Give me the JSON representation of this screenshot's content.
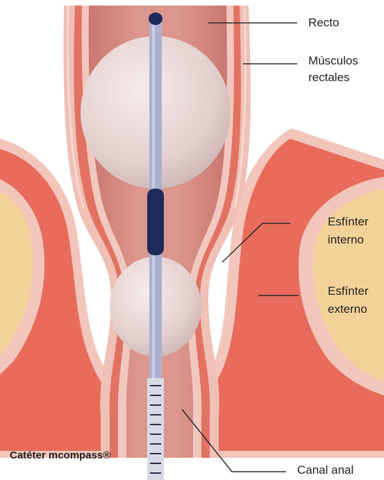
{
  "labels": {
    "recto": "Recto",
    "musculos_line1": "Músculos",
    "musculos_line2": "rectales",
    "esfinter_interno_line1": "Esfínter",
    "esfinter_interno_line2": "interno",
    "esfinter_externo_line1": "Esfínter",
    "esfinter_externo_line2": "externo",
    "canal_anal": "Canal anal",
    "cateter": "Catéter mcompass®"
  },
  "colors": {
    "rectum": "#d98d84",
    "rectum_light": "#efc0b6",
    "muscle_outer": "#ec8a7c",
    "muscle_core": "#e05a4c",
    "fat": "#f3d29a",
    "balloon": "#e6d4d2",
    "catheter": "#9ea8c8",
    "catheter_dark": "#1e2a5c",
    "leader_line": "#2a2a2a"
  }
}
